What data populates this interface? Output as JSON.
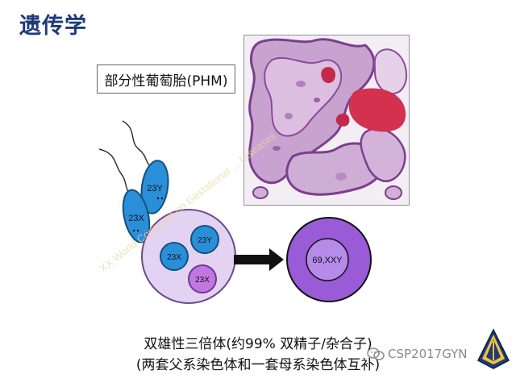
{
  "slide_title": "遗传学",
  "phm_label": "部分性葡萄胎(PHM)",
  "sperm_top_label": "23Y",
  "sperm_bottom_label": "23X",
  "oocyte_nucleus_1": "23Y",
  "oocyte_nucleus_2": "23X",
  "oocyte_nucleus_3": "23X",
  "zygote_label": "69,XXY",
  "caption_line1": "双雄性三倍体(约99% 双精子/杂合子)",
  "caption_line2": "(两套父系染色体和一套母系染色体互补)",
  "watermark_text": "CSP2017GYN",
  "overlay_text": "XX World Congress on Gestational ... Diseases",
  "colors": {
    "title": "#1f3a7a",
    "sperm_fill": "#2a8fd9",
    "oocyte_fill": "#e4d2f2",
    "purple_nucleus": "#c277e0",
    "zygote_outer": "#9a5bd6",
    "zygote_inner": "#b68ae8",
    "arrow": "#111111"
  },
  "icons": [
    "wechat-icon",
    "arrow-right-icon",
    "society-logo-icon"
  ]
}
